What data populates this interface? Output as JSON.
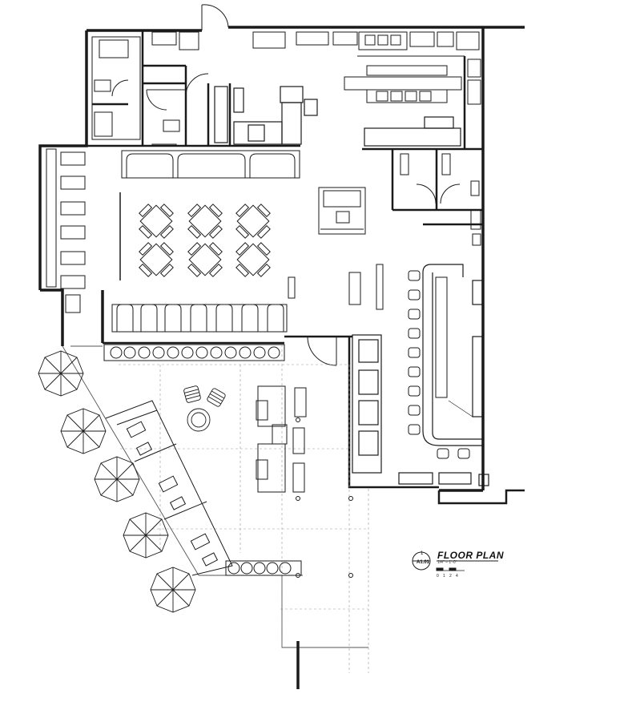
{
  "drawing": {
    "title": "FLOOR PLAN",
    "title_number": "1",
    "sheet_number": "A1.01",
    "scale_note": "1/4\" = 1'-0\"",
    "scale_ticks": [
      "0",
      "1",
      "2",
      "4"
    ]
  }
}
